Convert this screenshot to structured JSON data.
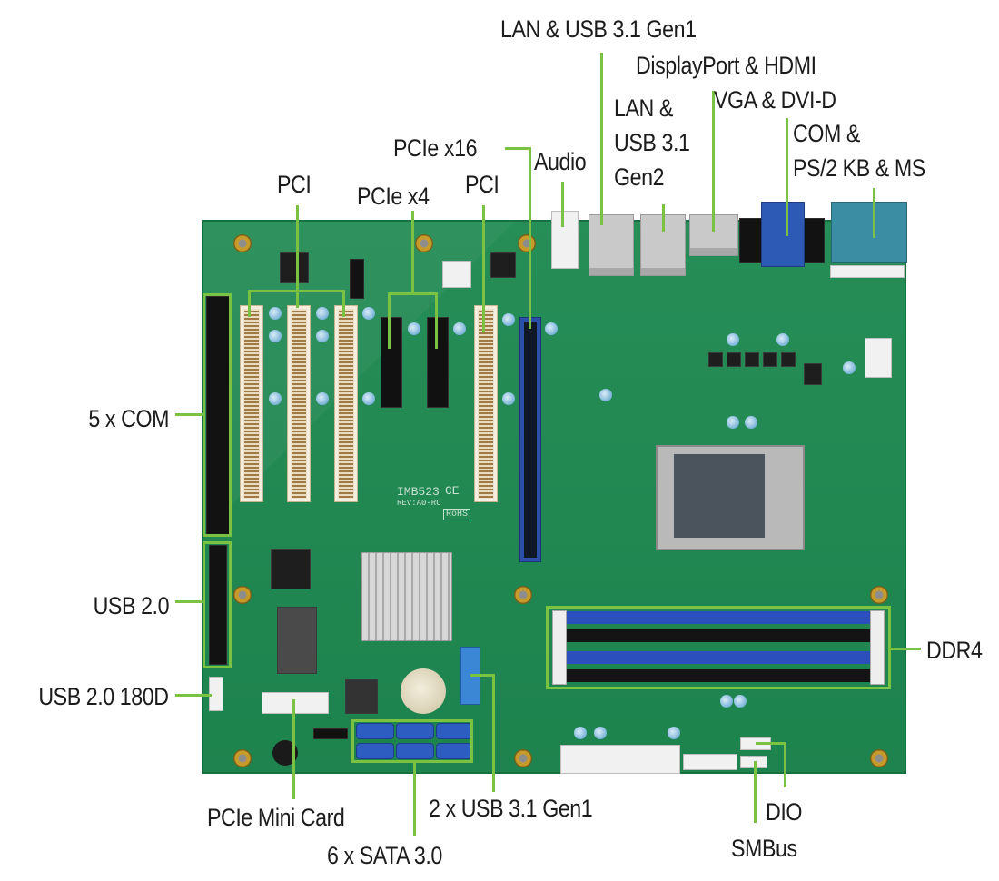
{
  "diagram": {
    "board_model": "IMB523",
    "board_revision": "REV:A0-RC",
    "certifications": [
      "CE",
      "RoHS"
    ],
    "colors": {
      "callout_line": "#7cc242",
      "label_text": "#1c1c1c",
      "pcb_green": "#1f8a52",
      "pcie_x16_blue": "#2b4fa8",
      "dimm_blue": "#2b4fbd",
      "sata_blue": "#2d5dc0"
    },
    "labels": {
      "lan_usb31_gen1": "LAN & USB 3.1 Gen1",
      "displayport_hdmi": "DisplayPort & HDMI",
      "lan_usb31_gen2": "LAN &\nUSB 3.1\nGen2",
      "vga_dvid": "VGA & DVI-D",
      "com_ps2": "COM &\nPS/2 KB & MS",
      "pcie_x16": "PCIe x16",
      "audio": "Audio",
      "pci_left": "PCI",
      "pcie_x4": "PCIe x4",
      "pci_right": "PCI",
      "com5": "5 x COM",
      "usb20": "USB 2.0",
      "usb20_180d": "USB 2.0 180D",
      "ddr4": "DDR4",
      "pcie_mini_card": "PCIe Mini Card",
      "usb31_gen1_internal": "2 x USB 3.1 Gen1",
      "sata": "6 x SATA 3.0",
      "dio": "DIO",
      "smbus": "SMBus"
    }
  }
}
